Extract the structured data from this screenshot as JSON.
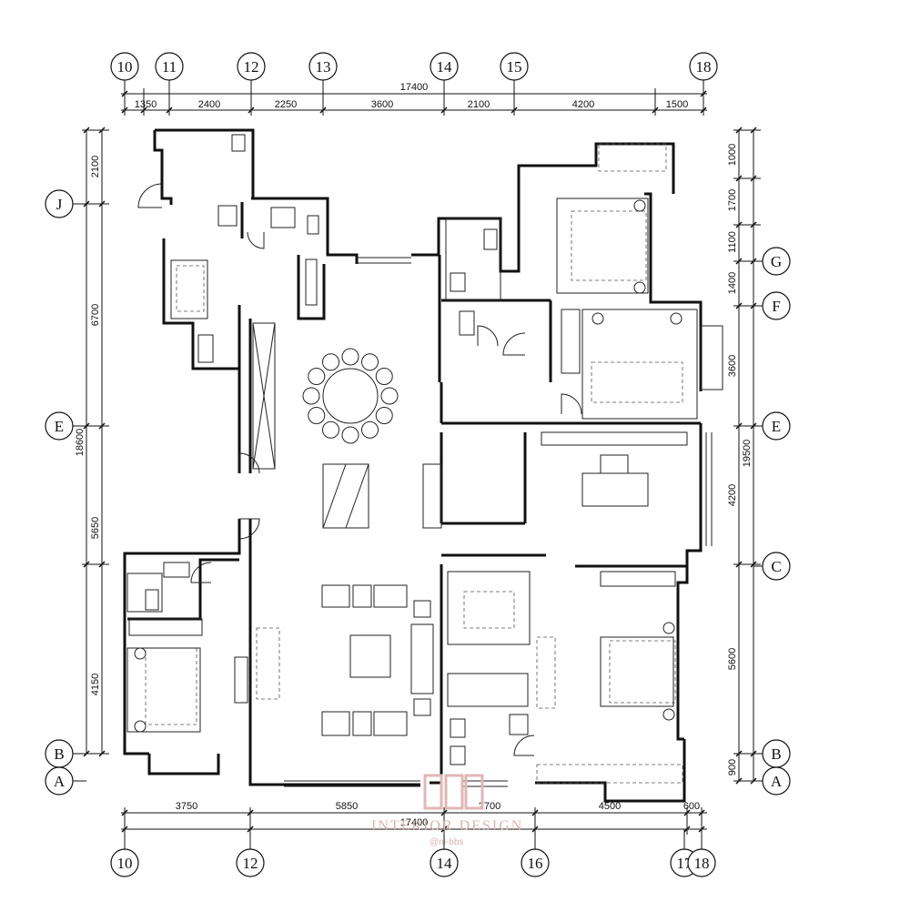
{
  "top_grid": [
    "10",
    "11",
    "12",
    "13",
    "14",
    "15",
    "18"
  ],
  "top_dims": [
    "1350",
    "2400",
    "2250",
    "3600",
    "2100",
    "4200",
    "1500"
  ],
  "top_total": "17400",
  "bottom_grid": [
    "10",
    "12",
    "14",
    "16",
    "17",
    "18"
  ],
  "bottom_dims": [
    "3750",
    "5850",
    "2700",
    "4500",
    "600"
  ],
  "bottom_total": "17400",
  "left_grid": [
    "J",
    "E",
    "B",
    "A"
  ],
  "left_dims": [
    "2100",
    "6700",
    "5650",
    "4150"
  ],
  "left_total": "18600",
  "right_grid": [
    "G",
    "F",
    "E",
    "C",
    "B",
    "A"
  ],
  "right_dims": [
    "1000",
    "1700",
    "1100",
    "1400",
    "3600",
    "4200",
    "5600",
    "900"
  ],
  "right_total": "19500",
  "watermark": {
    "brand": "INTERIOR DESIGN",
    "handle": "@ni-bbs"
  }
}
